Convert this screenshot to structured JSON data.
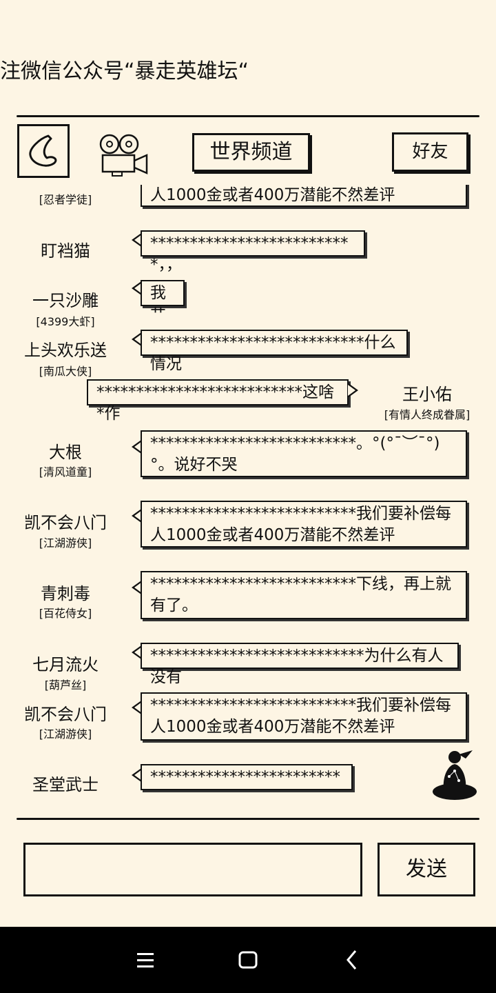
{
  "marquee": "注微信公众号“暴走英雄坛“",
  "header": {
    "channel": "世界频道",
    "friends": "好友"
  },
  "messages": [
    {
      "name": "",
      "title": "[忍者学徒]",
      "text": "人1000金或者400万潜能不然差评"
    },
    {
      "name": "盯裆猫",
      "title": "",
      "text": "**************************，，"
    },
    {
      "name": "一只沙雕",
      "title": "[4399大虾]",
      "text": "我艹"
    },
    {
      "name": "上头欢乐送",
      "title": "[南瓜大侠]",
      "text": "***************************什么情况"
    },
    {
      "name": "王小佑",
      "title": "[有情人终成眷属]",
      "text": "**************************这啥*作"
    },
    {
      "name": "大根",
      "title": "[清风道童]",
      "text": "**************************。°(°ˉ︶ˉ°)°。说好不哭"
    },
    {
      "name": "凯不会八门",
      "title": "[江湖游侠]",
      "text": "**************************我们要补偿每人1000金或者400万潜能不然差评"
    },
    {
      "name": "青刺毒",
      "title": "[百花侍女]",
      "text": "**************************下线，再上就有了。"
    },
    {
      "name": "七月流火",
      "title": "[葫芦丝]",
      "text": "***************************为什么有人没有"
    },
    {
      "name": "凯不会八门",
      "title": "[江湖游侠]",
      "text": "**************************我们要补偿每人1000金或者400万潜能不然差评"
    },
    {
      "name": "圣堂武士",
      "title": "",
      "text": "****************************"
    }
  ],
  "footer": {
    "send": "发送",
    "input_value": ""
  },
  "icons": [
    "back-icon",
    "camera-icon",
    "meditating-figure-icon",
    "recent-apps-icon",
    "home-icon",
    "back-nav-icon"
  ]
}
